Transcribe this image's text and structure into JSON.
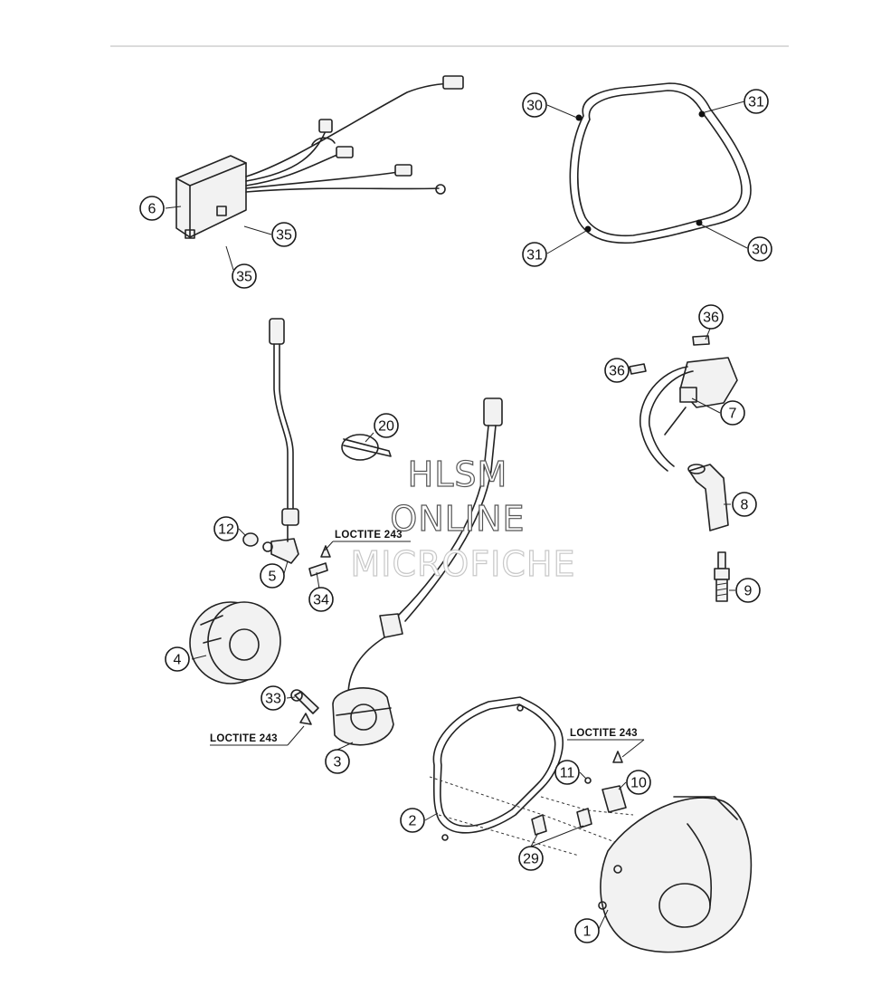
{
  "diagram": {
    "callouts": [
      "1",
      "2",
      "3",
      "4",
      "5",
      "6",
      "7",
      "8",
      "9",
      "10",
      "11",
      "12",
      "20",
      "29",
      "30",
      "31",
      "33",
      "34",
      "35",
      "36"
    ],
    "notes": {
      "loctite": "LOCTITE 243"
    },
    "watermark": [
      "HLSM",
      "ONLINE",
      "MICROFICHE"
    ]
  }
}
